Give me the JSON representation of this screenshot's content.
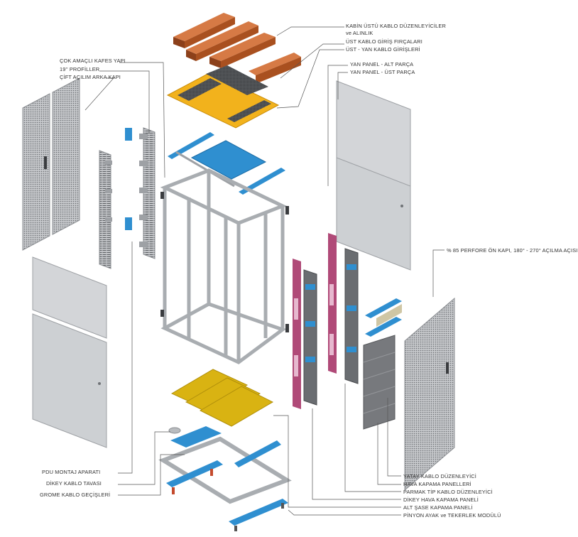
{
  "labels": {
    "top_cable_organizers": "KABİN ÜSTÜ KABLO DÜZENLEYİCİLER",
    "and_alinlik": "ve ALINLIK",
    "top_cable_brushes": "ÜST KABLO GİRİŞ FIRÇALARI",
    "top_side_cable_entries": "ÜST - YAN KABLO GİRİŞLERİ",
    "multi_purpose_frame": "ÇOK AMAÇLI KAFES YAPI",
    "profiles_19": "19'' PROFİLLER",
    "double_rear_door": "ÇİFT AÇILIM ARKA KAPI",
    "side_panel_lower": "YAN PANEL - ALT PARÇA",
    "side_panel_upper": "YAN PANEL - ÜST PARÇA",
    "front_door": "% 85 PERFORE ÖN KAPI, 180° - 270° AÇILMA AÇISI",
    "pdu_bracket": "PDU MONTAJ APARATI",
    "vertical_cable_tray": "DİKEY KABLO TAVASI",
    "grommet_passages": "GROME KABLO GEÇİŞLERİ",
    "horizontal_cable_organizer": "YATAY KABLO DÜZENLEYİCİ",
    "blanking_panels": "HAVA KAPAMA PANELLERİ",
    "finger_type_organizer": "PARMAK TİP KABLO DÜZENLEYİCİ",
    "vertical_blanking_panel": "DİKEY HAVA KAPAMA PANELİ",
    "bottom_chassis_panel": "ALT ŞASE KAPAMA PANELİ",
    "feet_caster_module": "PİNYON AYAK ve TEKERLEK MODÜLÜ"
  },
  "colors": {
    "orange": "#c4622d",
    "yellow_frame": "#f2b21c",
    "gold_panel": "#d9b312",
    "blue": "#2f8fd0",
    "magenta": "#b04a78",
    "panel_gray": "#d3d5d8",
    "frame_gray": "#a9adb1",
    "leader_line": "#555555"
  }
}
